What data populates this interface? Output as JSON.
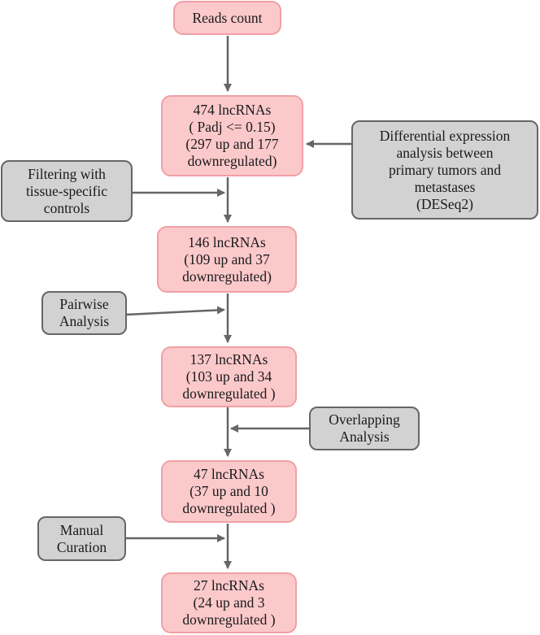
{
  "steps": [
    {
      "id": "reads",
      "lines": [
        "Reads count"
      ]
    },
    {
      "id": "s474",
      "lines": [
        "474 lncRNAs",
        "( Padj <= 0.15)",
        "(297 up and 177",
        "downregulated)"
      ]
    },
    {
      "id": "s146",
      "lines": [
        "146 lncRNAs",
        "(109 up and 37",
        "downregulated)"
      ]
    },
    {
      "id": "s137",
      "lines": [
        "137 lncRNAs",
        "(103 up and 34",
        "downregulated )"
      ]
    },
    {
      "id": "s47",
      "lines": [
        "47 lncRNAs",
        "(37 up and 10",
        "downregulated )"
      ]
    },
    {
      "id": "s27",
      "lines": [
        "27 lncRNAs",
        "(24 up and 3",
        "downregulated )"
      ]
    }
  ],
  "filters": [
    {
      "id": "deseq",
      "lines": [
        "Differential expression",
        "analysis between",
        "primary tumors and",
        "metastases",
        "(DESeq2)"
      ]
    },
    {
      "id": "tissue",
      "lines": [
        "Filtering with",
        "tissue-specific",
        "controls"
      ]
    },
    {
      "id": "pairwise",
      "lines": [
        "Pairwise",
        "Analysis"
      ]
    },
    {
      "id": "overlap",
      "lines": [
        "Overlapping",
        "Analysis"
      ]
    },
    {
      "id": "manual",
      "lines": [
        "Manual",
        "Curation"
      ]
    }
  ],
  "colors": {
    "step_fill": "#fcc9cb",
    "step_border": "#f0a0a4",
    "filter_fill": "#d2d2d2",
    "filter_border": "#666666",
    "arrow": "#666666"
  }
}
